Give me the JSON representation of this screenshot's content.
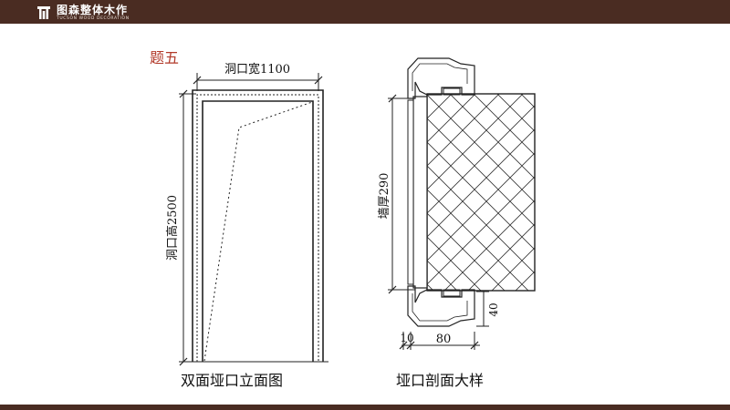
{
  "header": {
    "brand": "图森整体木作",
    "tagline": "TUCSON WOOD DECORATION",
    "bar_color": "#4a2c22"
  },
  "question": "题五",
  "elevation": {
    "caption": "双面垭口立面图",
    "width_label": "洞口宽1100",
    "height_label": "洞口高2500"
  },
  "section": {
    "caption": "垭口剖面大样",
    "wall_label": "墙厚290",
    "dim_10": "10",
    "dim_80": "80",
    "dim_40": "40"
  },
  "colors": {
    "accent": "#b23a2a",
    "line": "#222222"
  }
}
